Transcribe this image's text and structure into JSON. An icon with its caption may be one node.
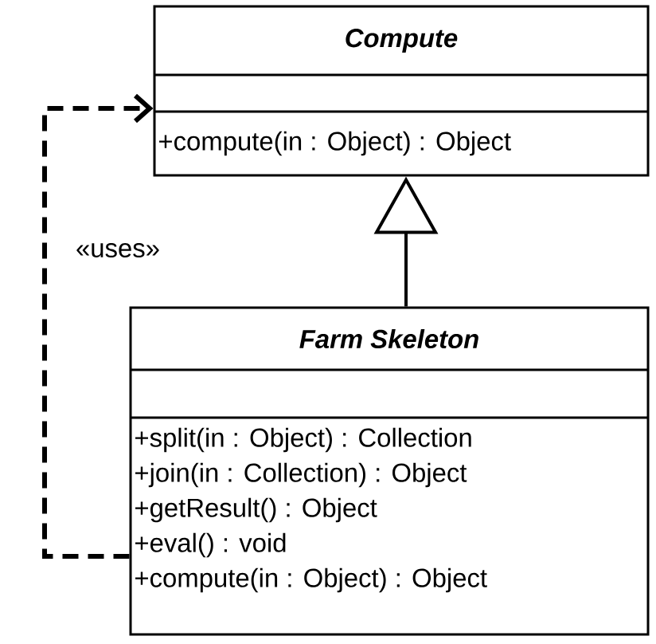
{
  "diagram": {
    "nodes": [
      {
        "text": [
          "Compute",
          "+compute(in  : Object) : Object"
        ]
      },
      {
        "text": [
          "Farm Skeleton",
          "+split(in  : Object) : Collection",
          "+join(in  : Collection) : Object",
          "+getResult() : Object",
          "+eval() : void",
          "+compute(in  : Object) : Object"
        ]
      }
    ],
    "edges": [
      {
        "from": 1,
        "to": 0,
        "arrow": "to"
      },
      {
        "from": 1,
        "to": 0,
        "arrow": "to",
        "style": "dashed",
        "label": "«uses»"
      }
    ]
  }
}
